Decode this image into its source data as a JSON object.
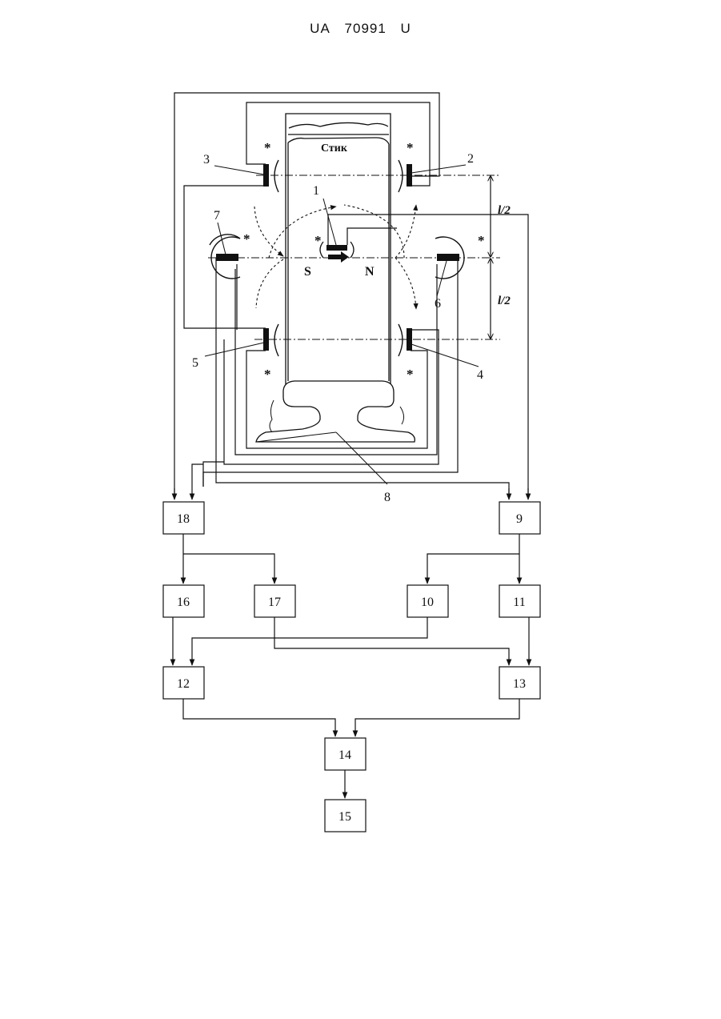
{
  "header": {
    "country": "UA",
    "number": "70991",
    "kind": "U"
  },
  "rail": {
    "joint_label": "Стик",
    "pole_s": "S",
    "pole_n": "N"
  },
  "dimensions": {
    "half_length": "l/2"
  },
  "star": "*",
  "callouts": [
    "1",
    "2",
    "3",
    "4",
    "5",
    "6",
    "7",
    "8"
  ],
  "blocks": [
    "9",
    "10",
    "11",
    "12",
    "13",
    "14",
    "15",
    "16",
    "17",
    "18"
  ]
}
